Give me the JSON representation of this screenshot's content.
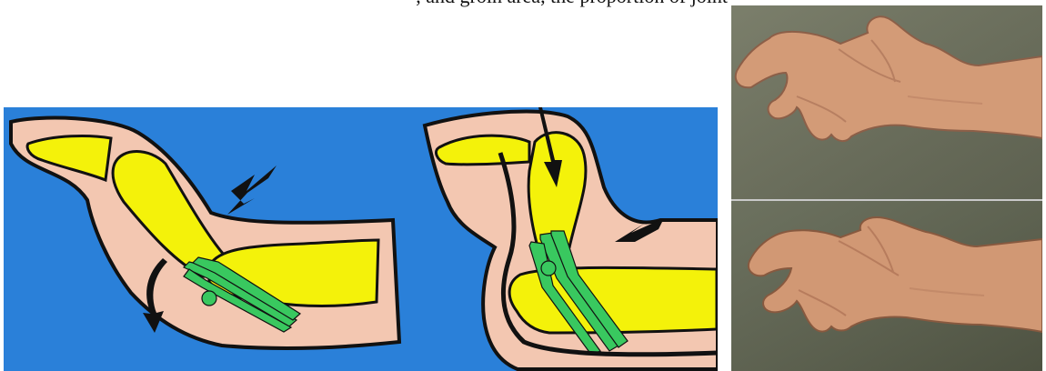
{
  "caption": {
    "text": ", and groin area, the proportion of joint"
  },
  "colors": {
    "panel_background": "#2a80d9",
    "soft_tissue": "#f3c7b1",
    "bone": "#f4f20a",
    "tendon": "#39c85f",
    "outline": "#111111",
    "photo_background": "#6e725e",
    "skin": "#d39b77"
  },
  "diagram": {
    "figures": [
      {
        "name": "left-finger-diagram"
      },
      {
        "name": "right-finger-diagram"
      }
    ]
  },
  "photos": [
    {
      "name": "top-hand-photo"
    },
    {
      "name": "bottom-hand-photo"
    }
  ]
}
